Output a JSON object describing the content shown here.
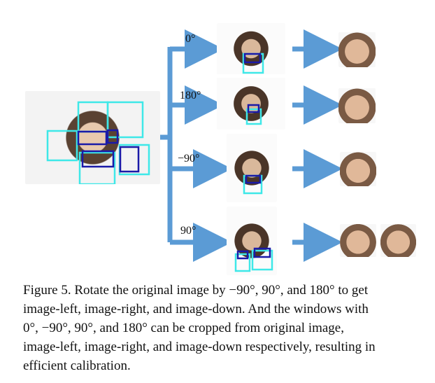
{
  "rotations": [
    {
      "label": "0°"
    },
    {
      "label": "180°"
    },
    {
      "label": "−90°"
    },
    {
      "label": "90°"
    }
  ],
  "colors": {
    "arrow": "#5b9bd5",
    "box_cyan": "#3ee8e8",
    "box_blue": "#1a1aa8"
  },
  "caption": {
    "line1": "Figure 5. Rotate the original image by −90°, 90°, and 180° to get",
    "line2": "image-left, image-right, and image-down.  And the windows with",
    "line3": "0°, −90°, 90°, and 180° can be cropped from original image,",
    "line4": "image-left, image-right, and image-down respectively, resulting in",
    "line5": "efficient calibration."
  }
}
